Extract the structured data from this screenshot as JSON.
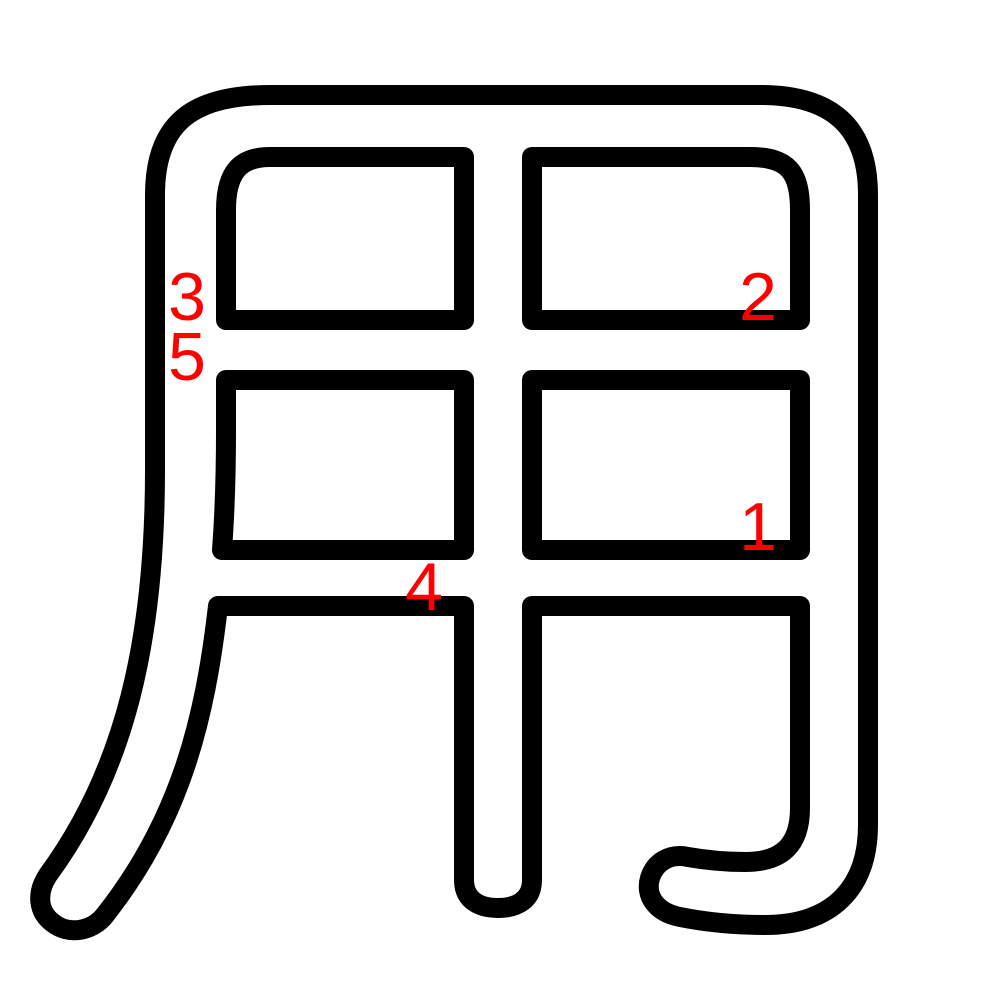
{
  "character": "用",
  "colors": {
    "outline": "#000000",
    "fill": "#ffffff",
    "label": "#ff0000",
    "background": "#ffffff"
  },
  "stroke_labels": [
    "1",
    "2",
    "3",
    "4",
    "5"
  ]
}
